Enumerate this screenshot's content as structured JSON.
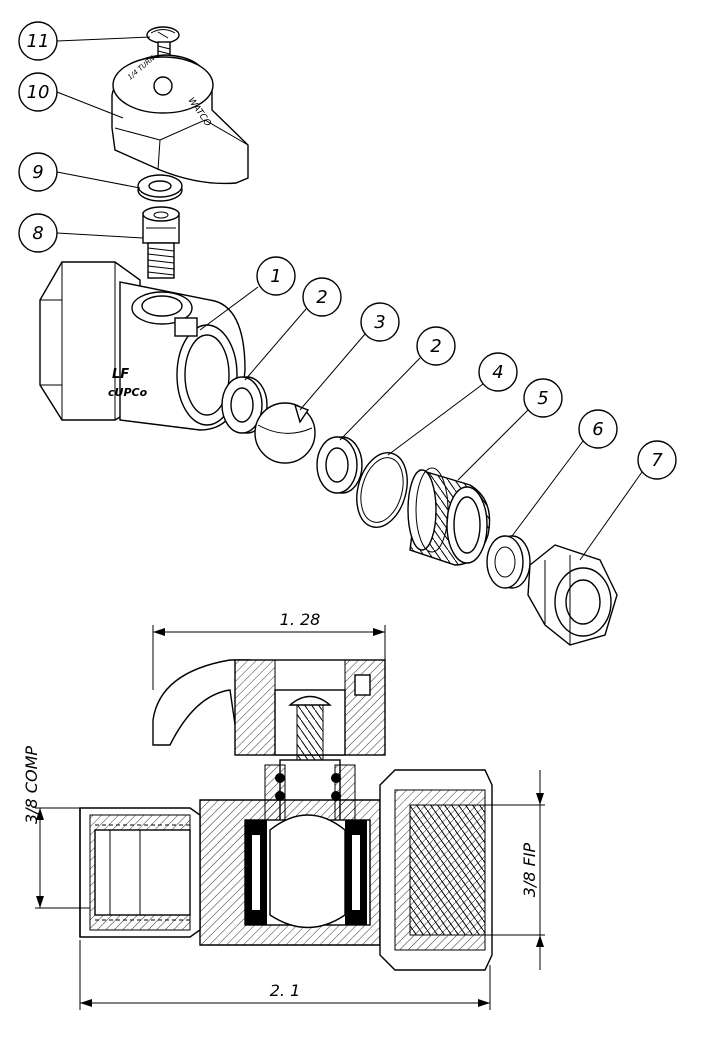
{
  "balloons": {
    "b1": "1",
    "b2a": "2",
    "b2b": "2",
    "b3": "3",
    "b4": "4",
    "b5": "5",
    "b6": "6",
    "b7": "7",
    "b8": "8",
    "b9": "9",
    "b10": "10",
    "b11": "11"
  },
  "markings": {
    "body_lf": "LF",
    "body_upc": "cUPCo",
    "handle_brand": "WATCO"
  },
  "dimensions": {
    "top_width": "1. 28",
    "overall_length": "2. 1",
    "left_connection": "3/8 COMP",
    "right_connection": "3/8 FIP"
  }
}
